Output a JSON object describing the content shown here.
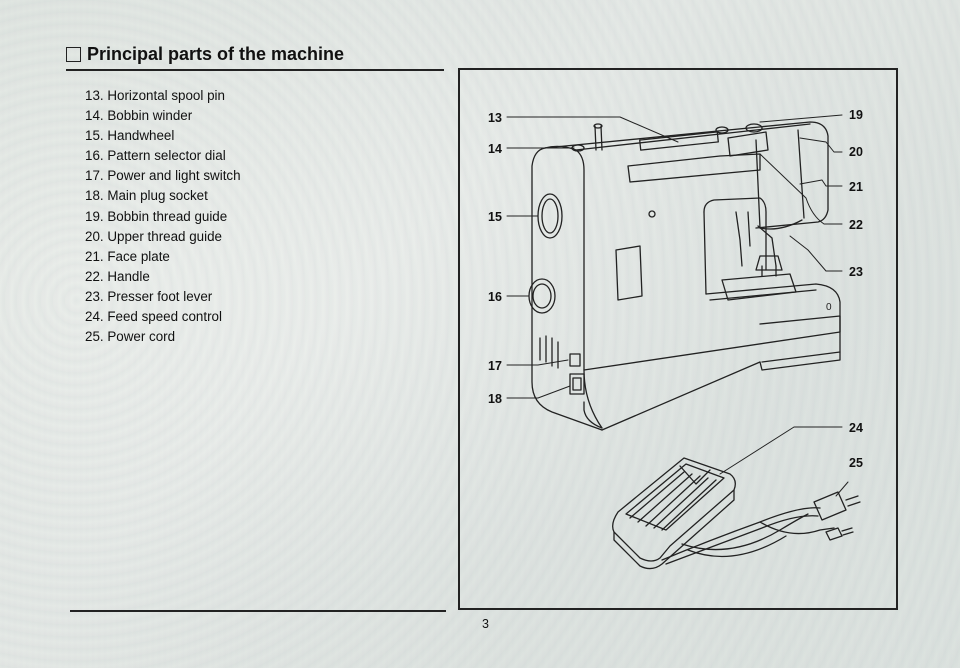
{
  "section": {
    "title": "Principal parts of the machine"
  },
  "parts": [
    "13. Horizontal spool pin",
    "14. Bobbin winder",
    "15. Handwheel",
    "16. Pattern selector dial",
    "17. Power and light switch",
    "18. Main plug socket",
    "19. Bobbin thread guide",
    "20. Upper thread guide",
    "21. Face plate",
    "22. Handle",
    "23. Presser foot lever",
    "24. Feed speed control",
    "25. Power cord"
  ],
  "figure": {
    "callouts": {
      "c13": "13",
      "c14": "14",
      "c15": "15",
      "c16": "16",
      "c17": "17",
      "c18": "18",
      "c19": "19",
      "c20": "20",
      "c21": "21",
      "c22": "22",
      "c23": "23",
      "c24": "24",
      "c25": "25"
    },
    "bed_mark": "0"
  },
  "page": {
    "number": "3"
  }
}
